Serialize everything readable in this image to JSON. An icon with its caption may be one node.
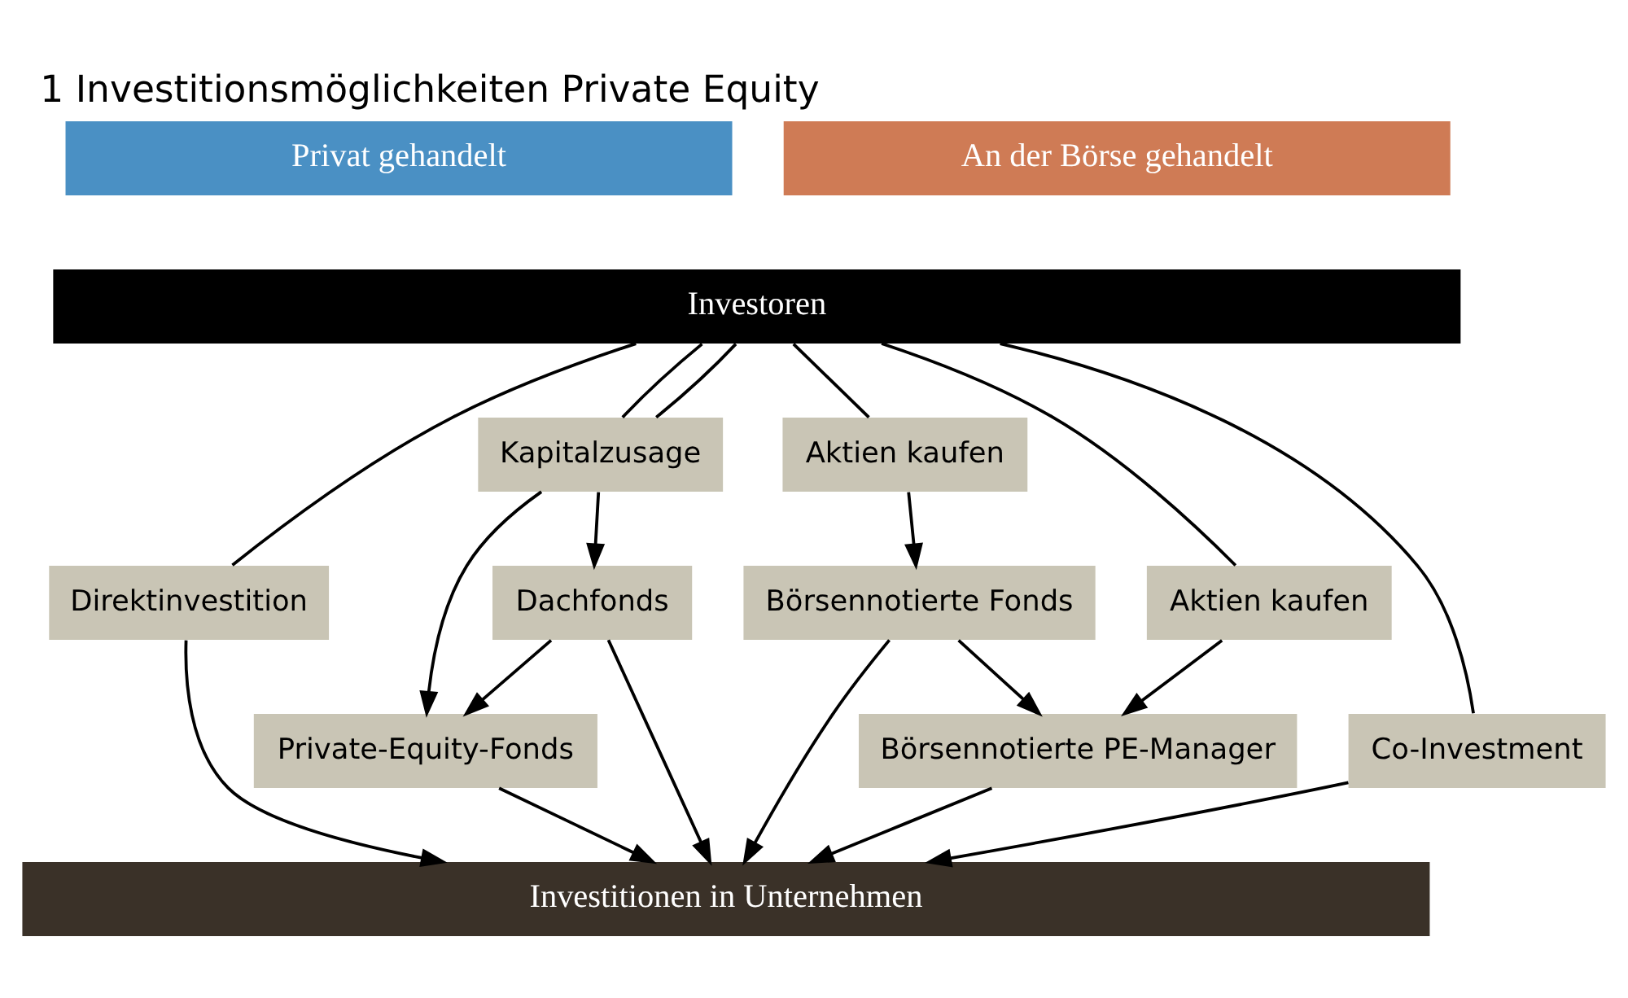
{
  "diagram": {
    "title": "1 Investitionsmöglichkeiten Private Equity",
    "nodes": [
      {
        "text": [
          "Privat gehandelt"
        ]
      },
      {
        "text": [
          "An der Börse gehandelt"
        ]
      },
      {
        "text": [
          "Investoren"
        ]
      },
      {
        "text": [
          "Direktinvestition"
        ]
      },
      {
        "text": [
          "Kapitalzusage"
        ]
      },
      {
        "text": [
          "Aktien kaufen"
        ]
      },
      {
        "text": [
          "Aktien kaufen"
        ]
      },
      {
        "text": [
          "Co-Investment"
        ]
      },
      {
        "text": [
          "Dachfonds"
        ]
      },
      {
        "text": [
          "Börsennotierte Fonds"
        ]
      },
      {
        "text": [
          "Private-Equity-Fonds"
        ]
      },
      {
        "text": [
          "Börsennotierte PE-Manager"
        ]
      },
      {
        "text": [
          "Investitionen in Unternehmen"
        ]
      }
    ],
    "edges": [
      {
        "from": 2,
        "to": 3,
        "arrow": "none"
      },
      {
        "from": 3,
        "to": 12,
        "arrow": "to"
      },
      {
        "from": 2,
        "to": 7,
        "arrow": "none"
      },
      {
        "from": 7,
        "to": 12,
        "arrow": "to"
      },
      {
        "from": 2,
        "to": 4,
        "arrow": "none"
      },
      {
        "from": 2,
        "to": 4,
        "arrow": "none"
      },
      {
        "from": 4,
        "to": 10,
        "arrow": "to"
      },
      {
        "from": 4,
        "to": 8,
        "arrow": "to"
      },
      {
        "from": 8,
        "to": 10,
        "arrow": "to"
      },
      {
        "from": 8,
        "to": 12,
        "arrow": "to"
      },
      {
        "from": 2,
        "to": 5,
        "arrow": "none"
      },
      {
        "from": 5,
        "to": 9,
        "arrow": "to"
      },
      {
        "from": 9,
        "to": 12,
        "arrow": "to"
      },
      {
        "from": 9,
        "to": 11,
        "arrow": "to"
      },
      {
        "from": 2,
        "to": 6,
        "arrow": "none"
      },
      {
        "from": 6,
        "to": 11,
        "arrow": "to"
      },
      {
        "from": 10,
        "to": 12,
        "arrow": "to"
      },
      {
        "from": 11,
        "to": 12,
        "arrow": "to"
      }
    ]
  }
}
